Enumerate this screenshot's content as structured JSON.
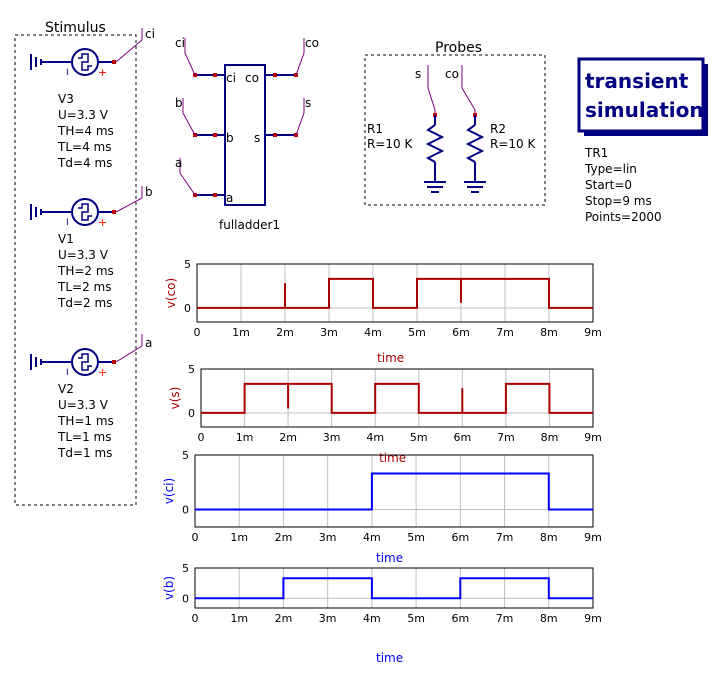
{
  "stimulus": {
    "title": "Stimulus",
    "sources": [
      {
        "name": "V3",
        "net": "ci",
        "params": [
          "U=3.3 V",
          "TH=4 ms",
          "TL=4 ms",
          "Td=4 ms"
        ]
      },
      {
        "name": "V1",
        "net": "b",
        "params": [
          "U=3.3 V",
          "TH=2 ms",
          "TL=2 ms",
          "Td=2 ms"
        ]
      },
      {
        "name": "V2",
        "net": "a",
        "params": [
          "U=3.3 V",
          "TH=1 ms",
          "TL=1 ms",
          "Td=1 ms"
        ]
      }
    ],
    "plus_sign": "+",
    "minus_sign": "I"
  },
  "fulladder": {
    "name": "fulladder1",
    "pins": {
      "ci": "ci",
      "b": "b",
      "a": "a",
      "co": "co",
      "s": "s"
    },
    "wire_labels": {
      "ci": "ci",
      "b": "b",
      "a": "a",
      "co": "co",
      "s": "s"
    }
  },
  "probes": {
    "title": "Probes",
    "net_labels": [
      "s",
      "co"
    ],
    "resistors": [
      {
        "name": "R1",
        "value": "R=10 K"
      },
      {
        "name": "R2",
        "value": "R=10 K"
      }
    ]
  },
  "simulation": {
    "title_line1": "transient",
    "title_line2": "simulation",
    "name": "TR1",
    "params": [
      "Type=lin",
      "Start=0",
      "Stop=9 ms",
      "Points=2000"
    ]
  },
  "colors": {
    "schematic": "#000080",
    "wire_label": "#800080",
    "red_trace": "#aa0000",
    "blue_trace": "#0000ff",
    "grid": "#c0c0c0",
    "plus": "#ff0000"
  },
  "chart_data": [
    {
      "type": "line",
      "ylabel": "v(co)",
      "xlabel": "time",
      "x_ticks": [
        "0",
        "1m",
        "2m",
        "3m",
        "4m",
        "5m",
        "6m",
        "7m",
        "8m",
        "9m"
      ],
      "y_ticks": [
        "0",
        "5"
      ],
      "xlim": [
        0,
        9
      ],
      "ylim": [
        -1.6,
        5
      ],
      "color": "red",
      "series": [
        {
          "x": [
            0,
            2,
            2,
            2,
            3,
            3,
            4,
            4,
            5,
            5,
            6,
            6,
            6,
            8,
            8,
            9
          ],
          "y": [
            0,
            0,
            2.8,
            0,
            0,
            3.3,
            3.3,
            0,
            0,
            3.3,
            3.3,
            0.6,
            3.3,
            3.3,
            0,
            0
          ]
        }
      ]
    },
    {
      "type": "line",
      "ylabel": "v(s)",
      "xlabel": "time",
      "x_ticks": [
        "0",
        "1m",
        "2m",
        "3m",
        "4m",
        "5m",
        "6m",
        "7m",
        "8m",
        "9m"
      ],
      "y_ticks": [
        "0",
        "5"
      ],
      "xlim": [
        0,
        9
      ],
      "ylim": [
        -1.6,
        5
      ],
      "color": "red",
      "series": [
        {
          "x": [
            0,
            1,
            1,
            2,
            2,
            2,
            3,
            3,
            4,
            4,
            5,
            5,
            6,
            6,
            6,
            7,
            7,
            8,
            8,
            9
          ],
          "y": [
            0,
            0,
            3.3,
            3.3,
            0.5,
            3.3,
            3.3,
            0,
            0,
            3.3,
            3.3,
            0,
            0,
            2.8,
            0,
            0,
            3.3,
            3.3,
            0,
            0
          ]
        }
      ]
    },
    {
      "type": "line",
      "ylabel": "v(ci)",
      "xlabel": "time",
      "x_ticks": [
        "0",
        "1m",
        "2m",
        "3m",
        "4m",
        "5m",
        "6m",
        "7m",
        "8m",
        "9m"
      ],
      "y_ticks": [
        "0",
        "5"
      ],
      "xlim": [
        0,
        9
      ],
      "ylim": [
        -1.6,
        5
      ],
      "color": "blue",
      "series": [
        {
          "x": [
            0,
            4,
            4,
            8,
            8,
            9
          ],
          "y": [
            0,
            0,
            3.3,
            3.3,
            0,
            0
          ]
        }
      ]
    },
    {
      "type": "line",
      "ylabel": "v(b)",
      "xlabel": "time",
      "x_ticks": [
        "0",
        "1m",
        "2m",
        "3m",
        "4m",
        "5m",
        "6m",
        "7m",
        "8m",
        "9m"
      ],
      "y_ticks": [
        "0",
        "5"
      ],
      "xlim": [
        0,
        9
      ],
      "ylim": [
        -1.6,
        5
      ],
      "color": "blue",
      "series": [
        {
          "x": [
            0,
            2,
            2,
            4,
            4,
            6,
            6,
            8,
            8,
            9
          ],
          "y": [
            0,
            0,
            3.3,
            3.3,
            0,
            0,
            3.3,
            3.3,
            0,
            0
          ]
        }
      ]
    }
  ]
}
